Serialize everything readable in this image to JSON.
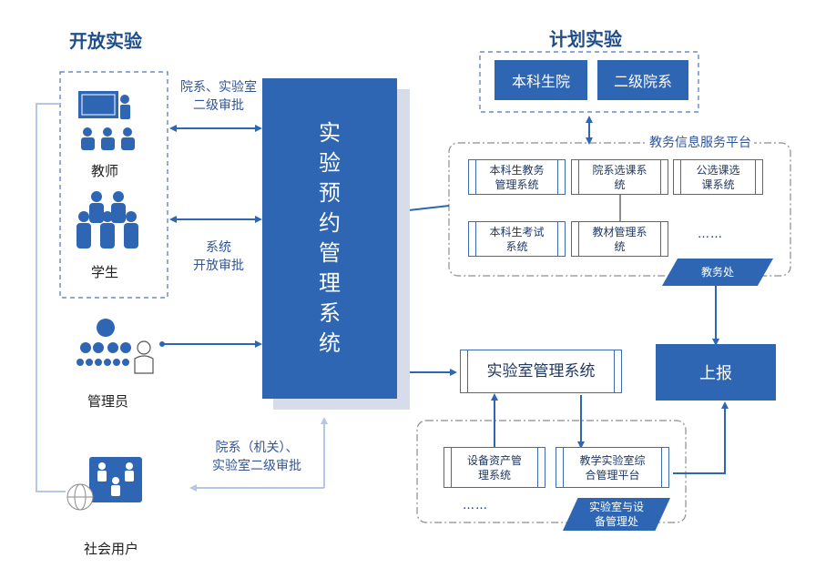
{
  "open_experiment": {
    "title": "开放实验"
  },
  "plan_experiment": {
    "title": "计划实验"
  },
  "roles": {
    "teacher": "教师",
    "student": "学生",
    "admin": "管理员",
    "public_user": "社会用户"
  },
  "approvals": {
    "dept_lab_line1": "院系、实验室",
    "dept_lab_line2": "二级审批",
    "system_line1": "系统",
    "system_line2": "开放审批",
    "bottom_line1": "院系（机关）、",
    "bottom_line2": "实验室二级审批"
  },
  "central_system": {
    "label": "实验预约管理系统",
    "chars": [
      "实",
      "验",
      "预",
      "约",
      "管",
      "理",
      "系",
      "统"
    ]
  },
  "plan_units": {
    "undergrad_school": "本科生院",
    "secondary_dept": "二级院系"
  },
  "edu_platform": {
    "title": "教务信息服务平台",
    "systems": [
      {
        "line1": "本科生教务",
        "line2": "管理系统"
      },
      {
        "line1": "院系选课系",
        "line2": "统"
      },
      {
        "line1": "公选课选",
        "line2": "课系统"
      },
      {
        "line1": "本科生考试",
        "line2": "系统"
      },
      {
        "line1": "教材管理系",
        "line2": "统"
      }
    ],
    "ellipsis": "……",
    "office": "教务处"
  },
  "lab_mgmt": {
    "label": "实验室管理系统"
  },
  "report": {
    "label": "上报"
  },
  "lab_platform": {
    "systems": [
      {
        "line1": "设备资产管",
        "line2": "理系统"
      },
      {
        "line1": "教学实验室综",
        "line2": "合管理平台"
      }
    ],
    "ellipsis": "……",
    "office_line1": "实验室与设",
    "office_line2": "备管理处"
  },
  "colors": {
    "primary": "#2f66b3",
    "text": "#2f5597",
    "light_arrow": "#b4c7e7",
    "dashed": "#7f7f7f"
  }
}
